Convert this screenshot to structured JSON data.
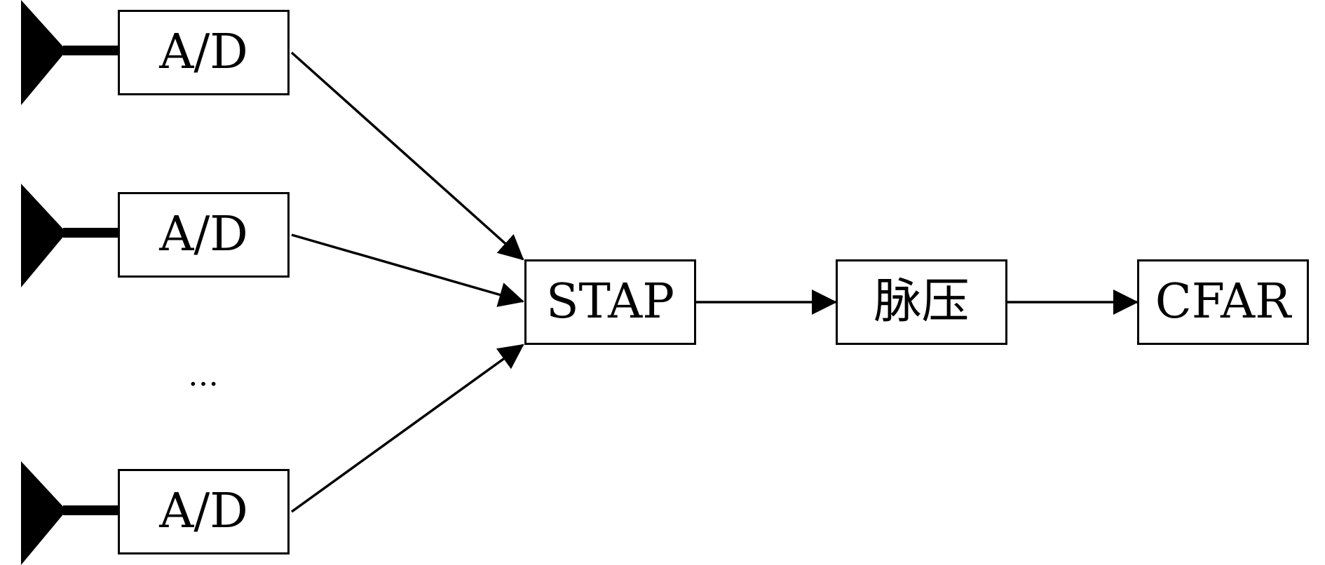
{
  "colors": {
    "stroke": "#000000",
    "background": "#ffffff"
  },
  "diagram": {
    "antennas": [
      {
        "icon": "antenna-icon"
      },
      {
        "icon": "antenna-icon"
      },
      {
        "icon": "antenna-icon"
      }
    ],
    "adc_boxes": [
      {
        "label": "A/D"
      },
      {
        "label": "A/D"
      },
      {
        "label": "A/D"
      }
    ],
    "ellipsis": "…",
    "stap": {
      "label": "STAP"
    },
    "pulse_compression": {
      "label": "脉压"
    },
    "cfar": {
      "label": "CFAR"
    }
  }
}
